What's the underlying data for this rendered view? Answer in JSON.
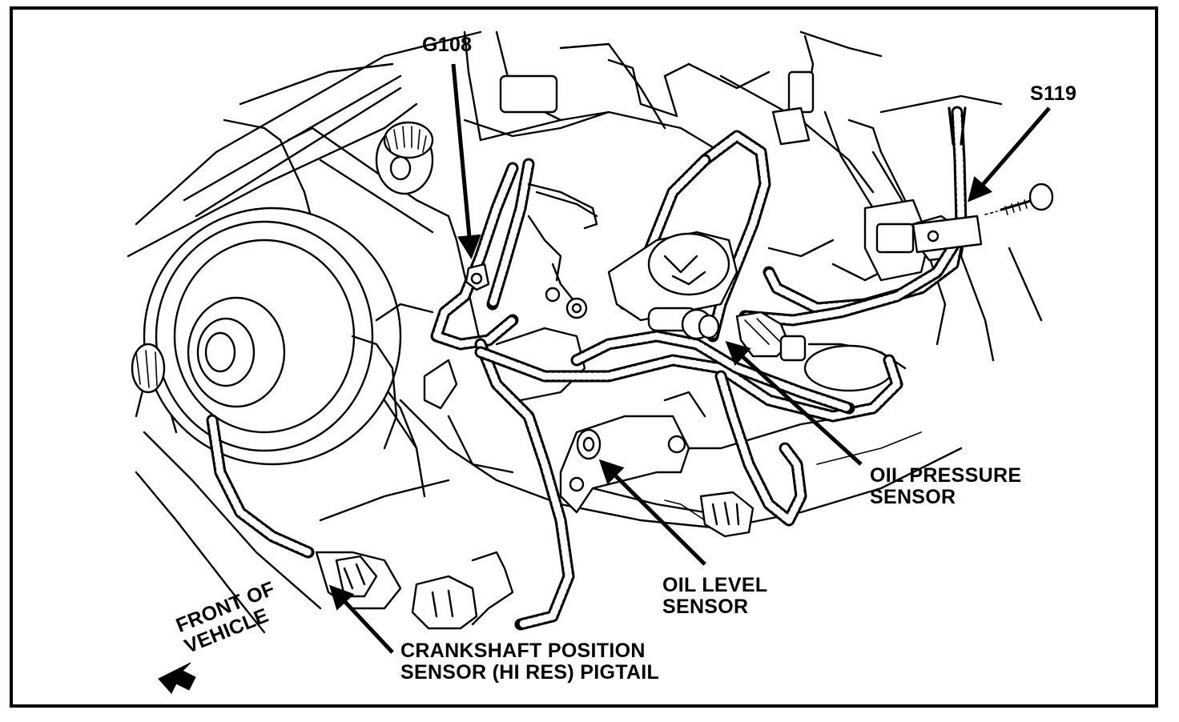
{
  "labels": {
    "ground_g108": "G108",
    "splice_s119": "S119",
    "oil_pressure_line1": "OIL PRESSURE",
    "oil_pressure_line2": "SENSOR",
    "oil_level_line1": "OIL LEVEL",
    "oil_level_line2": "SENSOR",
    "crank_line1": "CRANKSHAFT POSITION",
    "crank_line2": "SENSOR (HI RES) PIGTAIL",
    "front_line1": "FRONT OF",
    "front_line2": "VEHICLE"
  },
  "colors": {
    "ink": "#000000",
    "paper": "#ffffff"
  }
}
